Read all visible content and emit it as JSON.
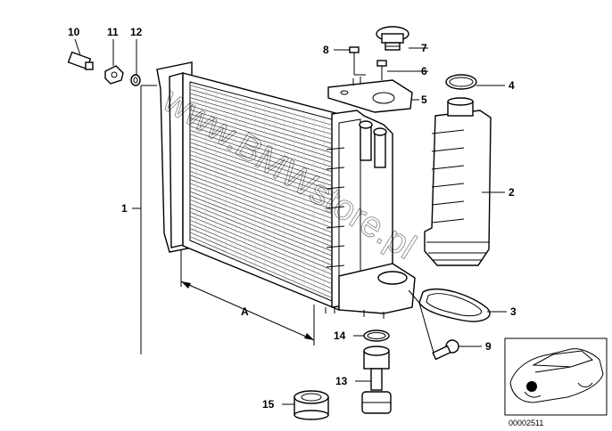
{
  "callouts": {
    "c1": "1",
    "c2": "2",
    "c3": "3",
    "c4": "4",
    "c5": "5",
    "c6": "6",
    "c7": "7",
    "c8": "8",
    "c9": "9",
    "c10": "10",
    "c11": "11",
    "c12": "12",
    "c13": "13",
    "c14": "14",
    "c15": "15"
  },
  "dimension_label": "A",
  "watermark": "www.BMWstore.pl",
  "diagram_number": "00002511"
}
